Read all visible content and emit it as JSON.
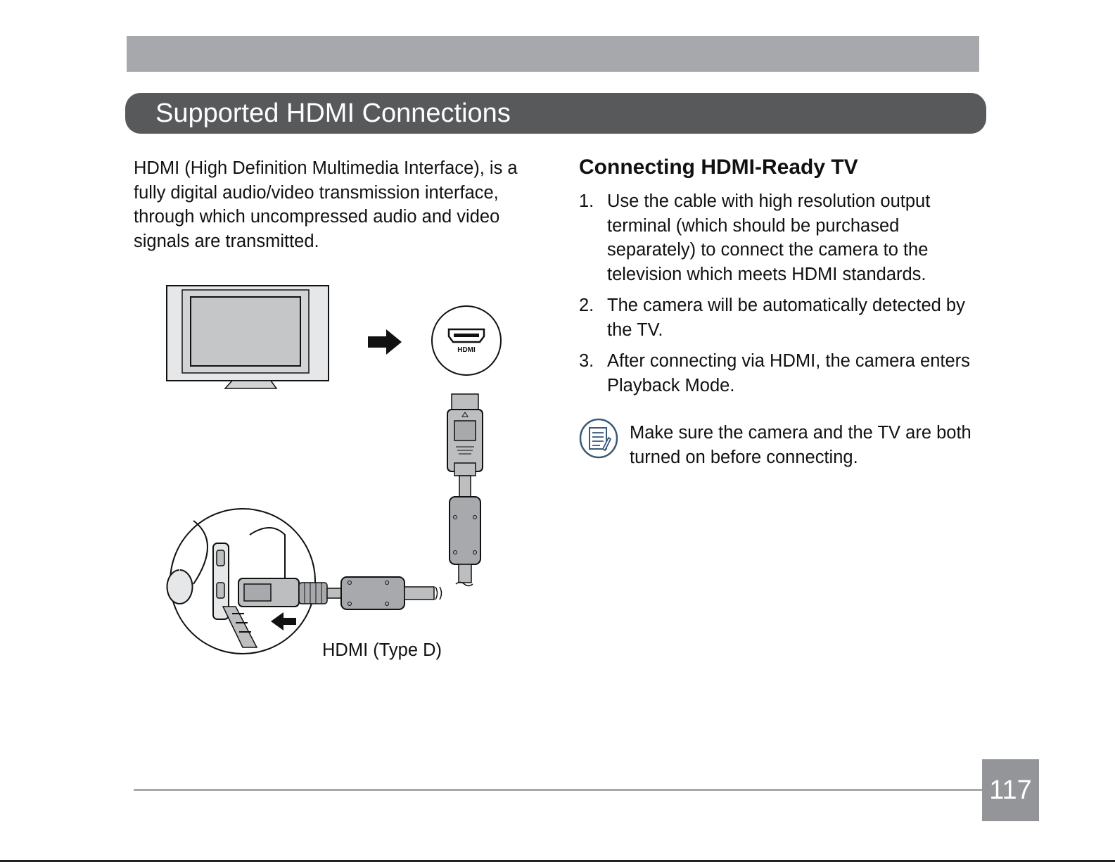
{
  "section": {
    "title": "Supported HDMI Connections"
  },
  "intro": {
    "text": "HDMI (High Definition Multimedia Interface), is a fully digital audio/video transmission interface, through which uncompressed audio and video signals are transmitted."
  },
  "illustration": {
    "caption": "HDMI (Type D)",
    "logo_text": "HDMI"
  },
  "connecting": {
    "title": "Connecting HDMI-Ready TV",
    "steps": [
      {
        "num": "1.",
        "text": "Use the cable with high resolution output terminal (which should be purchased separately) to connect the camera to the television which meets HDMI standards."
      },
      {
        "num": "2.",
        "text": "The camera will be automatically detected by the TV."
      },
      {
        "num": "3.",
        "text": "After connecting via HDMI, the camera enters Playback Mode."
      }
    ]
  },
  "note": {
    "icon": "note-icon",
    "text": "Make sure the camera and the TV are both turned on before connecting."
  },
  "footer": {
    "page_number": "117"
  },
  "colors": {
    "title_band": "#58595b",
    "top_band": "#a7a8ab",
    "page_number_bg": "#939598"
  }
}
